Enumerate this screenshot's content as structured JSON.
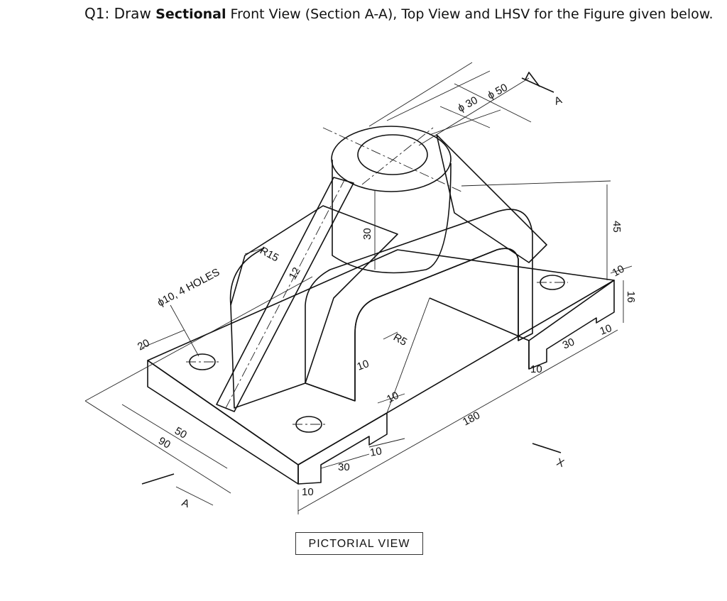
{
  "question": {
    "prefix": "Q1: Draw ",
    "bold": "Sectional",
    "rest": " Front View (Section A-A), Top View and LHSV for the Figure given below."
  },
  "dimensions": {
    "phi50": "ϕ 50",
    "phi30": "ϕ 30",
    "holes": "ϕ10, 4 HOLES",
    "r15": "R15",
    "d12": "12",
    "d30_vertical": "30",
    "r5": "R5",
    "d10_rib": "10",
    "d10_front": "10",
    "d20": "20",
    "d50": "50",
    "d90": "90",
    "d30_front_slot": "30",
    "d10_front_slot_right": "10",
    "d10_front_slot_left": "10",
    "d180": "180",
    "d45": "45",
    "d10_right_top": "10",
    "d16": "16",
    "d30_right_slot": "30",
    "d10_right_slot_right": "10",
    "d10_right_slot_left": "10"
  },
  "section_labels": {
    "top": "A",
    "bottom": "A",
    "view_arrow": "X"
  },
  "caption": "PICTORIAL VIEW"
}
